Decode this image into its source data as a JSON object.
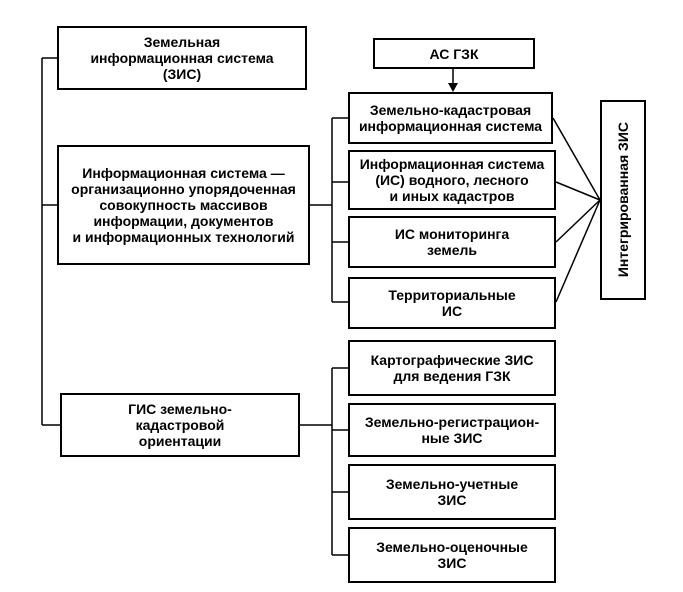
{
  "nodes": {
    "zis": {
      "lines": [
        "Земельная",
        "информационная система",
        "(ЗИС)"
      ]
    },
    "is_def": {
      "lines": [
        "Информационная система —",
        "организационно упорядоченная",
        "совокупность массивов",
        "информации, документов",
        "и информационных технологий"
      ]
    },
    "gis": {
      "lines": [
        "ГИС земельно-",
        "кадастровой",
        "ориентации"
      ]
    },
    "as_gzk": {
      "lines": [
        "АС ГЗК"
      ]
    },
    "zk_is": {
      "lines": [
        "Земельно-кадастровая",
        "информационная система"
      ]
    },
    "is_cadastres": {
      "lines": [
        "Информационная система",
        "(ИС) водного, лесного",
        "и иных кадастров"
      ]
    },
    "is_monitoring": {
      "lines": [
        "ИС мониторинга",
        "земель"
      ]
    },
    "territorial": {
      "lines": [
        "Территориальные",
        "ИС"
      ]
    },
    "carto": {
      "lines": [
        "Картографические ЗИС",
        "для ведения ГЗК"
      ]
    },
    "registration": {
      "lines": [
        "Земельно-регистрацион-",
        "ные ЗИС"
      ]
    },
    "accounting": {
      "lines": [
        "Земельно-учетные",
        "ЗИС"
      ]
    },
    "valuation": {
      "lines": [
        "Земельно-оценочные",
        "ЗИС"
      ]
    },
    "integrated": {
      "label": "Интегрированная ЗИС"
    }
  }
}
